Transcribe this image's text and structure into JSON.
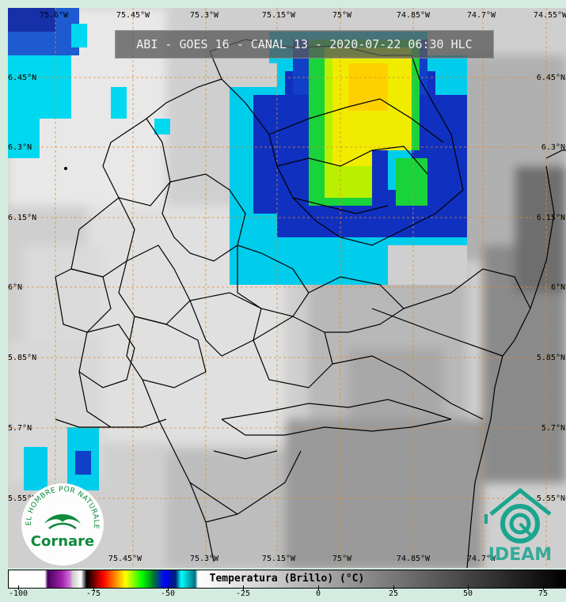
{
  "title": "ABI - GOES 16 - CANAL 13 - 2020-07-22 06:30 HLC",
  "top_lon_labels": [
    "75.6°W",
    "75.45°W",
    "75.3°W",
    "75.15°W",
    "75°W",
    "74.85°W",
    "74.7°W",
    "74.55°W"
  ],
  "bottom_lon_labels": [
    "75.45°W",
    "75.3°W",
    "75.15°W",
    "75°W",
    "74.85°W",
    "74.7°W"
  ],
  "left_lat_labels": [
    "6.45°N",
    "6.3°N",
    "6.15°N",
    "6°N",
    "5.85°N",
    "5.7°N",
    "5.55°N"
  ],
  "right_lat_labels": [
    "6.45°N",
    "6.3°N",
    "6.15°N",
    "6°N",
    "5.85°N",
    "5.7°N",
    "5.55°N"
  ],
  "colorbar": {
    "label": "Temperatura (Brillo) (°C)",
    "ticks": [
      "-100",
      "-75",
      "-50",
      "-25",
      "0",
      "25",
      "50",
      "75"
    ]
  },
  "logos": {
    "cornare_arc_text": "EL HOMBRE POR NATURALEZA",
    "cornare_name": "Cornare",
    "ideam_name": "IDEAM"
  },
  "colors": {
    "cloud_cyan": "#00e5ff",
    "cloud_blue": "#1030c0",
    "cloud_green": "#19d33a",
    "cloud_yellow": "#f5f000",
    "grid": "#e08a2a",
    "cornare_green": "#0f8a3c",
    "ideam_teal": "#1aa58f"
  }
}
